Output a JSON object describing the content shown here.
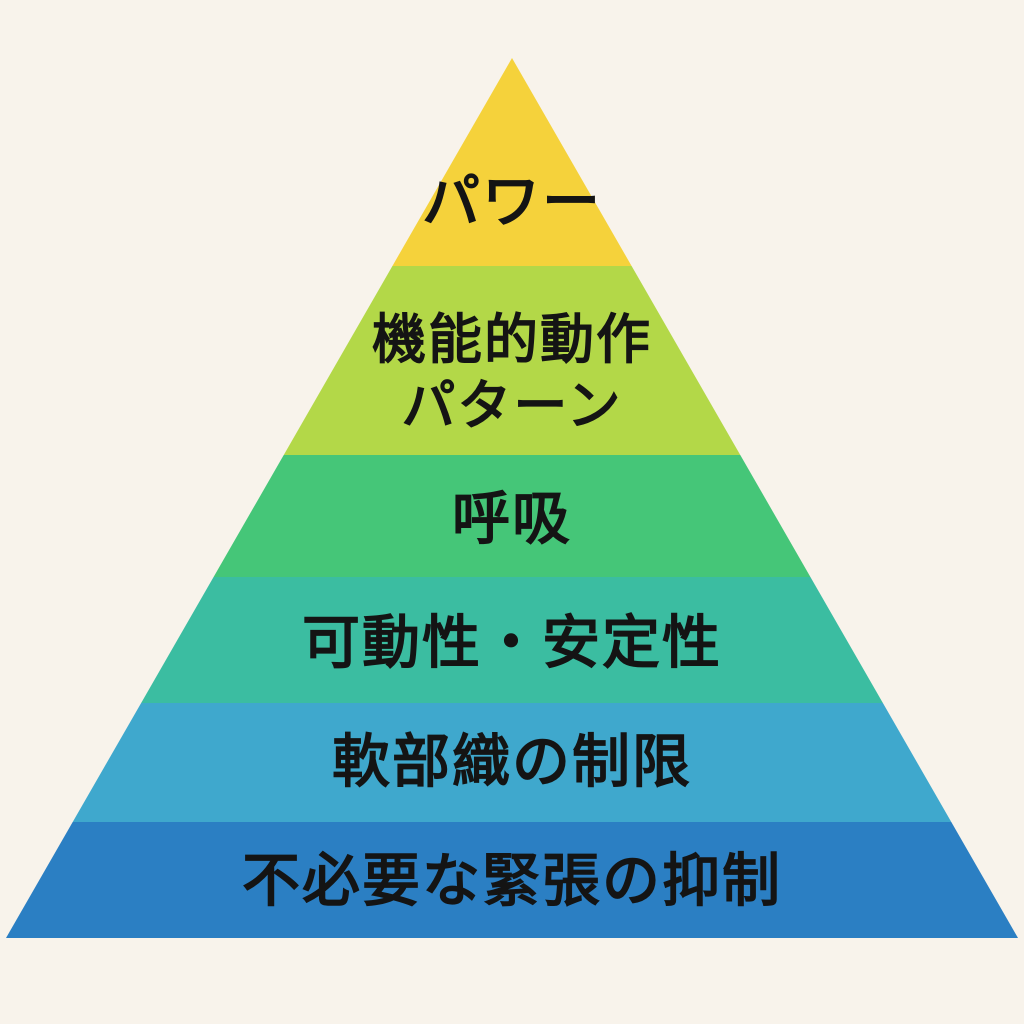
{
  "background_color": "#f8f3eb",
  "text_color": "#141414",
  "chart_data": {
    "type": "pyramid",
    "direction": "top-to-bottom",
    "levels": [
      {
        "rank": 1,
        "label": "パワー",
        "color": "#f5d23b"
      },
      {
        "rank": 2,
        "label": "機能的動作パターン",
        "line1": "機能的動作",
        "line2": "パターン",
        "color": "#b3d848"
      },
      {
        "rank": 3,
        "label": "呼吸",
        "color": "#45c678"
      },
      {
        "rank": 4,
        "label": "可動性・安定性",
        "color": "#3bbda1"
      },
      {
        "rank": 5,
        "label": "軟部織の制限",
        "color": "#3fa8cd"
      },
      {
        "rank": 6,
        "label": "不必要な緊張の抑制",
        "color": "#2b7fc3"
      }
    ]
  }
}
